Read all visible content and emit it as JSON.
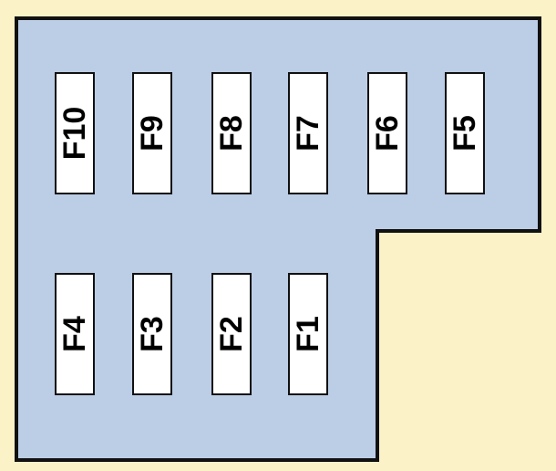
{
  "colors": {
    "page_background": "#fbf2c8",
    "panel_fill": "#bccde6",
    "panel_outline": "#111111",
    "fuse_fill": "#ffffff",
    "fuse_outline": "#111111"
  },
  "fuse_box": {
    "top_row": [
      {
        "label": "F10"
      },
      {
        "label": "F9"
      },
      {
        "label": "F8"
      },
      {
        "label": "F7"
      },
      {
        "label": "F6"
      },
      {
        "label": "F5"
      }
    ],
    "bottom_row": [
      {
        "label": "F4"
      },
      {
        "label": "F3"
      },
      {
        "label": "F2"
      },
      {
        "label": "F1"
      }
    ]
  }
}
